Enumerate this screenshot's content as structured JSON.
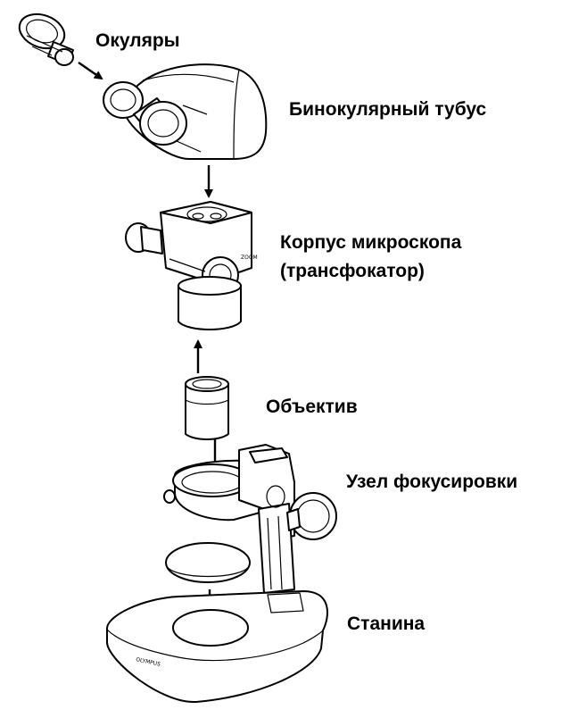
{
  "labels": {
    "eyepieces": "Окуляры",
    "binocular_tube": "Бинокулярный тубус",
    "body_line1": "Корпус микроскопа",
    "body_line2": "(трансфокатор)",
    "objective": "Объектив",
    "focus_unit": "Узел фокусировки",
    "stand": "Станина"
  },
  "brand": "OLYMPUS"
}
